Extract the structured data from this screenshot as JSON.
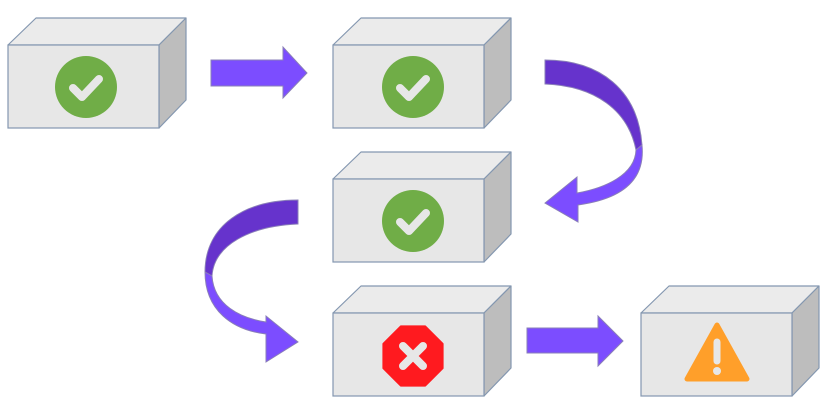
{
  "diagram": {
    "type": "pipeline-flow",
    "colors": {
      "box_front": "#E7E7E7",
      "box_top": "#EBEBEB",
      "box_side": "#BDBDBD",
      "box_stroke": "#8497B0",
      "arrow_fill": "#7C4DFF",
      "arrow_fill_dark": "#6633CC",
      "arrow_stroke": "#8A7FB8",
      "success": "#70AD47",
      "error": "#FF1A1F",
      "warning": "#FF9F2A",
      "glyph": "#E7E7E7"
    },
    "stages": [
      {
        "id": "stage-1",
        "status": "success",
        "icon": "check-circle-icon"
      },
      {
        "id": "stage-2",
        "status": "success",
        "icon": "check-circle-icon"
      },
      {
        "id": "stage-3",
        "status": "success",
        "icon": "check-circle-icon"
      },
      {
        "id": "stage-4",
        "status": "error",
        "icon": "error-octagon-icon"
      },
      {
        "id": "stage-5",
        "status": "warning",
        "icon": "warning-triangle-icon"
      }
    ],
    "connections": [
      {
        "from": "stage-1",
        "to": "stage-2",
        "style": "straight"
      },
      {
        "from": "stage-2",
        "to": "stage-3",
        "style": "curved"
      },
      {
        "from": "stage-3",
        "to": "stage-4",
        "style": "curved"
      },
      {
        "from": "stage-4",
        "to": "stage-5",
        "style": "straight"
      }
    ]
  }
}
